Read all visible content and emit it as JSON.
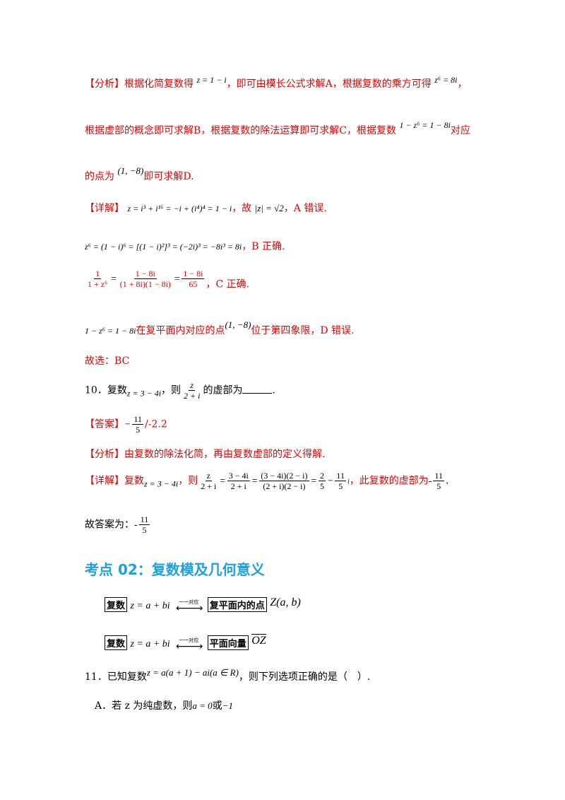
{
  "analysis1": {
    "tag": "【分析】",
    "t1": "根据化简复数得",
    "m1": "z = 1 − i",
    "t2": "，即可由模长公式求解A，根据复数的乘方可得",
    "m2": "z⁶ = 8i",
    "t3": "，",
    "t4": "根据虚部的概念即可求解B，根据复数的除法运算即可求解C，根据复数",
    "m3": "1 − z⁶ = 1 − 8i",
    "t5": "对应",
    "t6": "的点为",
    "m4": "(1, −8)",
    "t7": "即可求解D."
  },
  "detail1": {
    "tag": "【详解】",
    "m1": "z = i³ + i¹⁶ = −i + (i⁴)⁴ = 1 − i",
    "t1": "，故",
    "m2": "|z| = √2",
    "t2": "，A 错误.",
    "m3": "z⁶ = (1 − i)⁶ = [(1 − i)²]³ = (−2i)³ = −8i³ = 8i",
    "t3": "，B 正确.",
    "c_lhs_num": "1",
    "c_lhs_den": "1 + z⁶",
    "c_mid_num": "1 − 8i",
    "c_mid_den": "(1 + 8i)(1 − 8i)",
    "c_rhs_num": "1 − 8i",
    "c_rhs_den": "65",
    "t4": "，C 正确.",
    "m5": "1 − z⁶ = 1 − 8i",
    "t5": "在复平面内对应的点",
    "m6": "(1, −8)",
    "t6": "位于第四象限，D 错误."
  },
  "choice1": "故选：BC",
  "q10": {
    "num": "10．复数",
    "m1": "z = 3 − 4i",
    "t1": "，则",
    "f_num": "z",
    "f_den": "2 + i",
    "t2": "的虚部为",
    "t3": "."
  },
  "answer10": {
    "tag": "【答案】",
    "minus": "−",
    "f_num": "11",
    "f_den": "5",
    "alt": "/-2.2"
  },
  "analysis10": {
    "tag": "【分析】",
    "text": "由复数的除法化简，再由复数虚部的定义得解."
  },
  "detail10": {
    "tag": "【详解】",
    "t1": "复数",
    "m1": "z = 3 − 4i",
    "t2": "，则",
    "f1_num": "z",
    "f1_den": "2 + i",
    "f2_num": "3 − 4i",
    "f2_den": "2 + i",
    "f3_num": "(3 − 4i)(2 − i)",
    "f3_den": "(2 + i)(2 − i)",
    "f4_num": "2",
    "f4_den": "5",
    "f5_num": "11",
    "f5_den": "5",
    "t3": "，此复数的虚部为",
    "minus": "-",
    "f6_num": "11",
    "f6_den": "5",
    "t4": "."
  },
  "final10": {
    "text": "故答案为：",
    "minus": "-",
    "f_num": "11",
    "f_den": "5"
  },
  "section": {
    "title": "考点 02：复数模及几何意义"
  },
  "diagram": {
    "row1": {
      "box1": "复数",
      "expr": "z = a + bi",
      "arrow_label": "一一对应",
      "box2": "复平面内的点",
      "point": "Z(a, b)"
    },
    "row2": {
      "box1": "复数",
      "expr": "z = a + bi",
      "arrow_label": "一一对应",
      "box2": "平面向量",
      "vector": "OZ"
    }
  },
  "q11": {
    "num": "11．已知复数",
    "m1": "z = a(a + 1) − ai(a ∈ R)",
    "t1": "，则下列选项正确的是（　）."
  },
  "optionA": {
    "t1": "A．若 z 为纯虚数，则",
    "m1": "a = 0",
    "t2": "或",
    "m2": "−1"
  },
  "colors": {
    "red": "#e60000",
    "heading": "#1ba1e2"
  }
}
